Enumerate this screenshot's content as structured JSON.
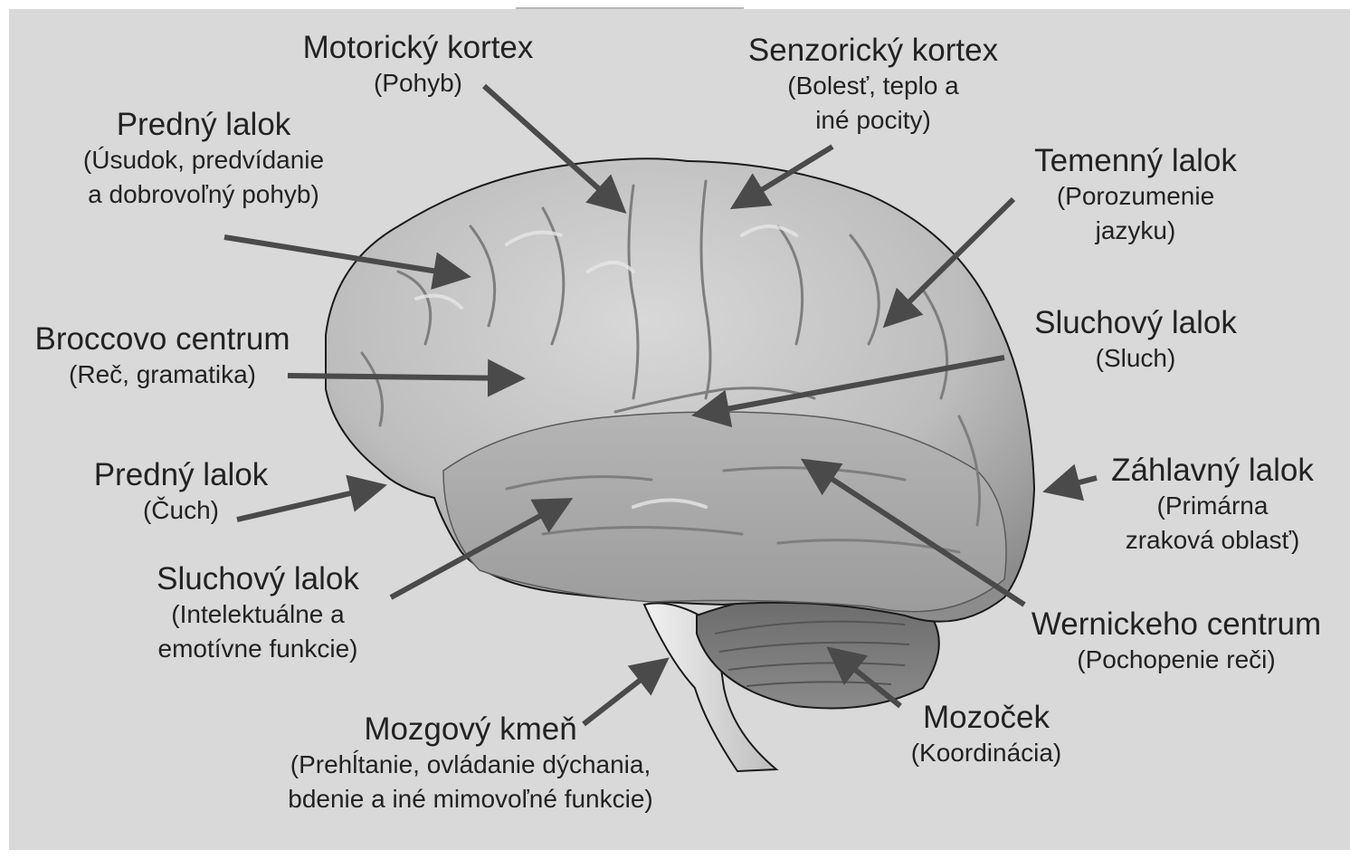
{
  "labels": {
    "motoricky": {
      "title": "Motorický kortex",
      "desc": [
        "(Pohyb)"
      ]
    },
    "senzoricky": {
      "title": "Senzorický kortex",
      "desc": [
        "(Bolesť, teplo a",
        "iné pocity)"
      ]
    },
    "predny_top": {
      "title": "Predný lalok",
      "desc": [
        "(Úsudok, predvídanie",
        "a dobrovoľný pohyb)"
      ]
    },
    "temenny": {
      "title": "Temenný lalok",
      "desc": [
        "(Porozumenie",
        "jazyku)"
      ]
    },
    "broccovo": {
      "title": "Broccovo centrum",
      "desc": [
        "(Reč, gramatika)"
      ]
    },
    "sluchovy_right": {
      "title": "Sluchový lalok",
      "desc": [
        "(Sluch)"
      ]
    },
    "predny_bottom": {
      "title": "Predný lalok",
      "desc": [
        "(Čuch)"
      ]
    },
    "zahlavny": {
      "title": "Záhlavný lalok",
      "desc": [
        "(Primárna",
        "zraková oblasť)"
      ]
    },
    "sluchovy_left": {
      "title": "Sluchový lalok",
      "desc": [
        "(Intelektuálne a",
        "emotívne funkcie)"
      ]
    },
    "wernickeho": {
      "title": "Wernickeho centrum",
      "desc": [
        "(Pochopenie reči)"
      ]
    },
    "mozocek": {
      "title": "Mozoček",
      "desc": [
        "(Koordinácia)"
      ]
    },
    "mozgovy_kmen": {
      "title": "Mozgový kmeň",
      "desc": [
        "(Prehĺtanie, ovládanie dýchania,",
        "bdenie a iné mimovoľné funkcie)"
      ]
    }
  },
  "colors": {
    "background": "#d9d9d9",
    "text": "#222222",
    "arrow": "#4a4a4a",
    "brain_light": "#c4c4c4",
    "brain_dark": "#8a8a8a",
    "cerebellum": "#7a7a7a"
  }
}
